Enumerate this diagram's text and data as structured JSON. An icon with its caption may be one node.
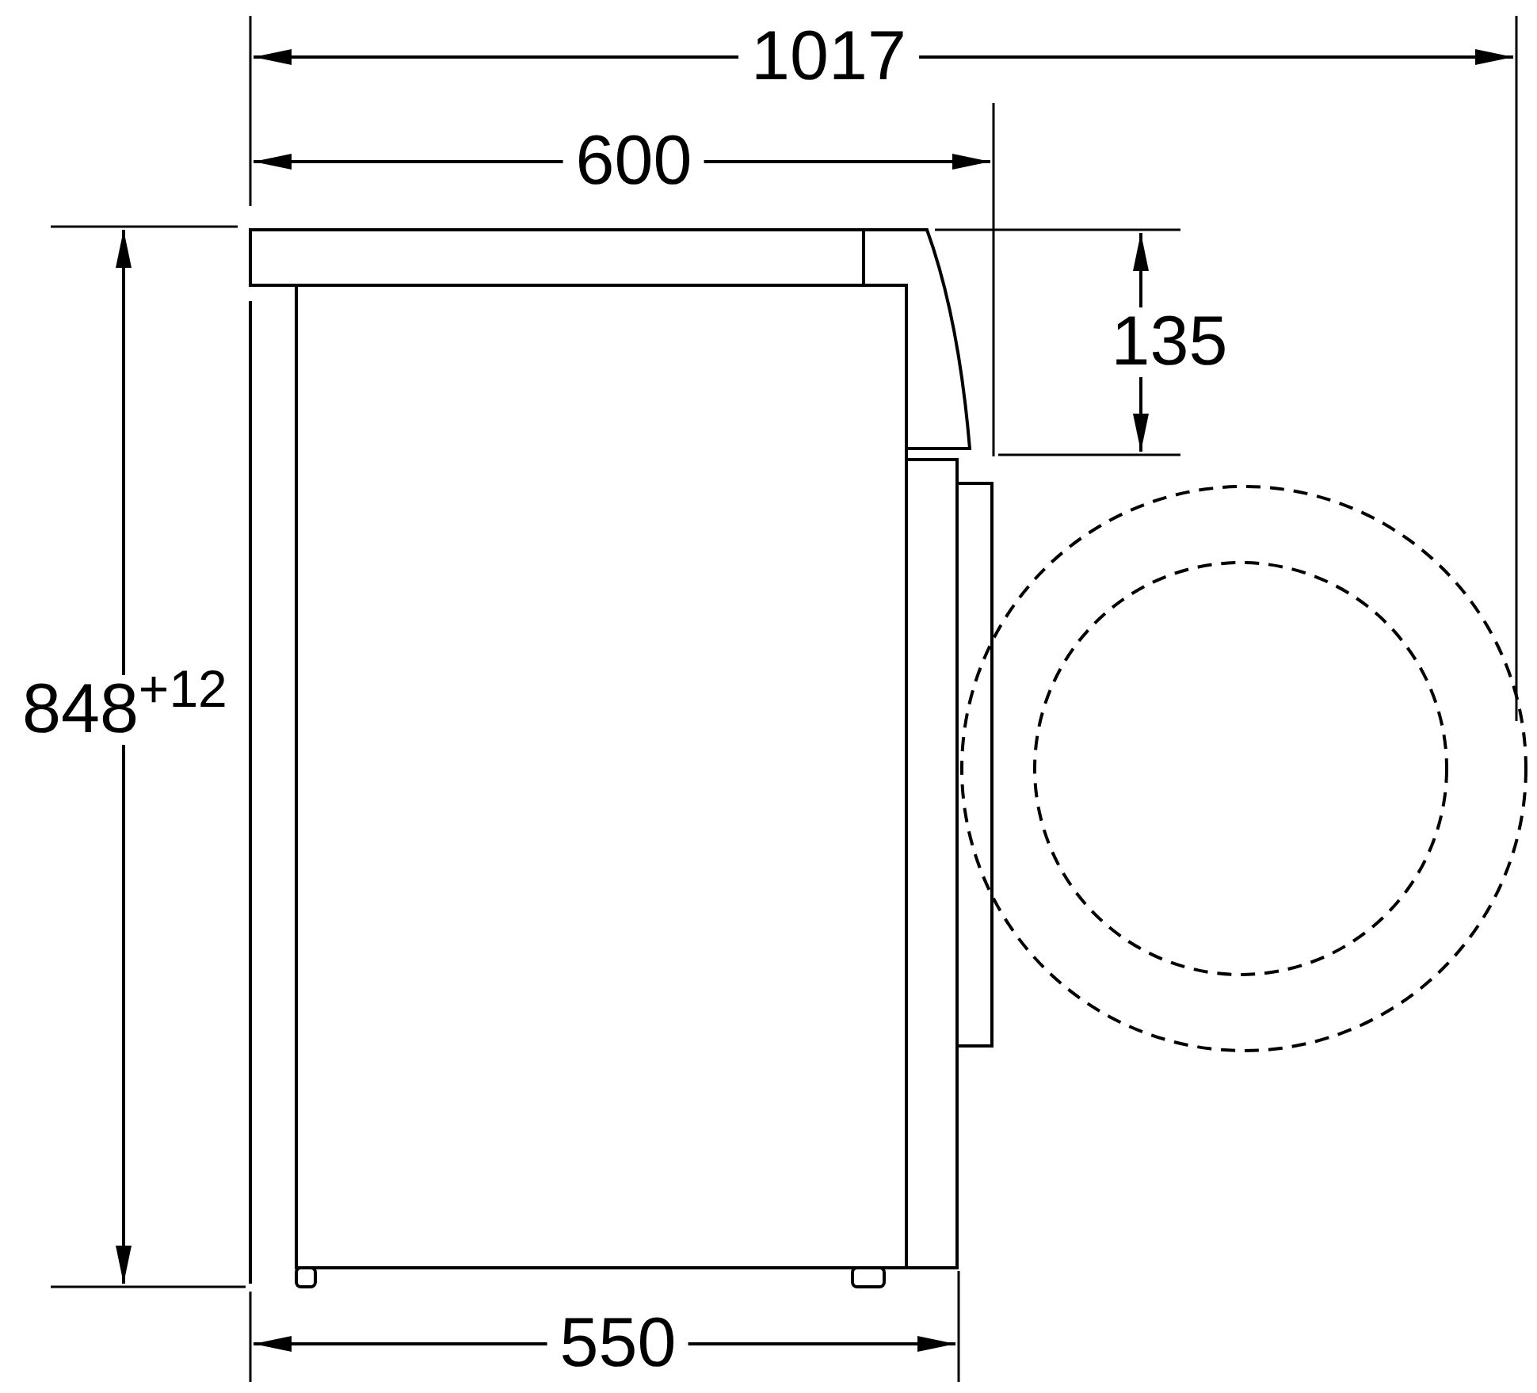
{
  "diagram": {
    "labels": [
      "1017",
      "600",
      "135",
      "848$^{+12}$",
      "550"
    ]
  }
}
